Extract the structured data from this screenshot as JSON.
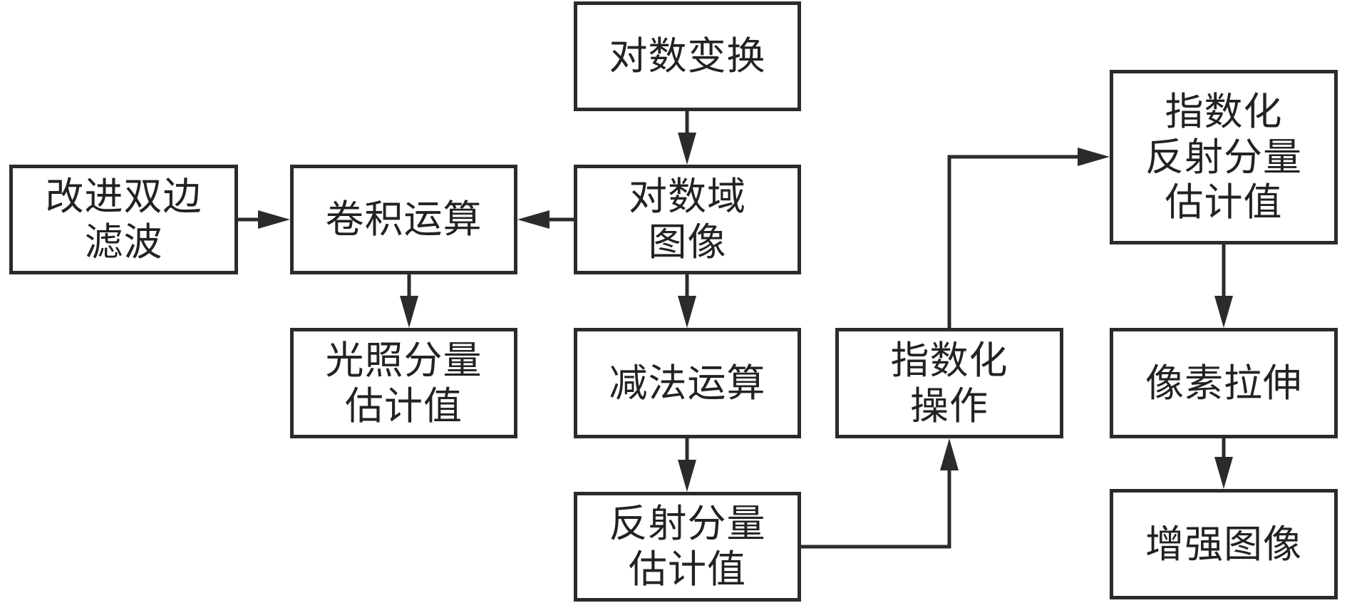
{
  "nodes": {
    "log_transform": "对数变换",
    "log_domain_image": "对数域\n图像",
    "convolution": "卷积运算",
    "improved_bilateral_filter": "改进双边\n滤波",
    "illumination_estimate": "光照分量\n估计值",
    "subtraction": "减法运算",
    "reflection_estimate": "反射分量\n估计值",
    "exponential_operation": "指数化\n操作",
    "exponential_reflection_estimate": "指数化\n反射分量\n估计值",
    "pixel_stretch": "像素拉伸",
    "enhanced_image": "增强图像"
  },
  "edges": [
    {
      "from": "log_transform",
      "to": "log_domain_image"
    },
    {
      "from": "log_domain_image",
      "to": "convolution"
    },
    {
      "from": "improved_bilateral_filter",
      "to": "convolution"
    },
    {
      "from": "convolution",
      "to": "illumination_estimate"
    },
    {
      "from": "log_domain_image",
      "to": "subtraction"
    },
    {
      "from": "subtraction",
      "to": "reflection_estimate"
    },
    {
      "from": "reflection_estimate",
      "to": "exponential_operation"
    },
    {
      "from": "exponential_operation",
      "to": "exponential_reflection_estimate"
    },
    {
      "from": "exponential_reflection_estimate",
      "to": "pixel_stretch"
    },
    {
      "from": "pixel_stretch",
      "to": "enhanced_image"
    }
  ],
  "colors": {
    "stroke": "#2b2b2b",
    "text": "#222222",
    "background": "#ffffff"
  }
}
